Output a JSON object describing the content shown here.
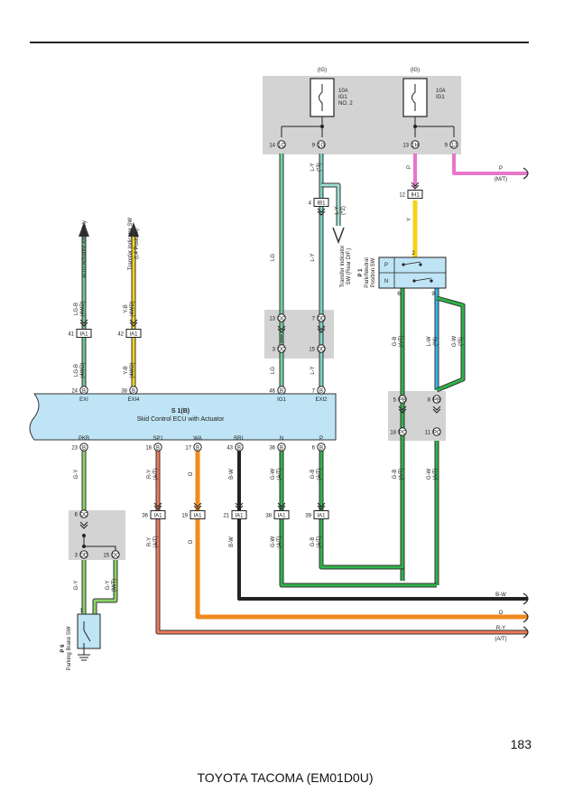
{
  "page": {
    "number": "183",
    "footer": "TOYOTA TACOMA (EM01D0U)"
  },
  "fuses": [
    {
      "ig": "(IG)",
      "l1": "10A",
      "l2": "IG1",
      "l3": "NO. 2"
    },
    {
      "ig": "(IG)",
      "l1": "10A",
      "l2": "IG1",
      "l3": ""
    }
  ],
  "ecu": {
    "code": "S 1(B)",
    "name": "Skid Control ECU with Actuator",
    "top_pins": [
      {
        "num": "24",
        "id": "B",
        "name": "EXI"
      },
      {
        "num": "38",
        "id": "B",
        "name": "EXI4"
      },
      {
        "num": "46",
        "id": "B",
        "name": "IG1"
      },
      {
        "num": "7",
        "id": "B",
        "name": "EXI2"
      }
    ],
    "bottom_pins": [
      {
        "num": "23",
        "id": "B",
        "name": "PKB"
      },
      {
        "num": "18",
        "id": "B",
        "name": "SP1"
      },
      {
        "num": "17",
        "id": "B",
        "name": "WA"
      },
      {
        "num": "43",
        "id": "B",
        "name": "BRL"
      },
      {
        "num": "36",
        "id": "B",
        "name": "N"
      },
      {
        "num": "6",
        "id": "B",
        "name": "P"
      }
    ]
  },
  "connectors": [
    {
      "num": "14",
      "id": "1C"
    },
    {
      "num": "9",
      "id": "1G"
    },
    {
      "num": "13",
      "id": "1H"
    },
    {
      "num": "9",
      "id": "1J"
    },
    {
      "num": "12",
      "id": "IH1"
    },
    {
      "num": "4",
      "id": "IB1"
    },
    {
      "num": "13",
      "id": "DC"
    },
    {
      "num": "7",
      "id": "DD"
    },
    {
      "num": "3",
      "id": "DC"
    },
    {
      "num": "15",
      "id": "DD"
    },
    {
      "num": "41",
      "id": "IA1"
    },
    {
      "num": "42",
      "id": "IA1"
    },
    {
      "num": "5",
      "id": "PB"
    },
    {
      "num": "8",
      "id": "PB"
    },
    {
      "num": "18",
      "id": "PC"
    },
    {
      "num": "11",
      "id": "PC"
    },
    {
      "num": "6",
      "id": "DC"
    },
    {
      "num": "3",
      "id": "DD"
    },
    {
      "num": "15",
      "id": "DC"
    },
    {
      "num": "36",
      "id": "IA1"
    },
    {
      "num": "19",
      "id": "IA1"
    },
    {
      "num": "21",
      "id": "IA1"
    },
    {
      "num": "38",
      "id": "IA1"
    },
    {
      "num": "39",
      "id": "IA1"
    }
  ],
  "components": {
    "add": "ADD Actuator Assembly",
    "transfer_l4": [
      "Transfer Indicator SW",
      "(L4 Position)"
    ],
    "transfer_rear": [
      "Transfer Indicator",
      "SW (Rear DIF.)"
    ],
    "park": {
      "code": "P 1",
      "l1": "Park/Neutral",
      "l2": "Position SW",
      "p": "P",
      "n": "N",
      "pin_top": "2",
      "pin_l": "6",
      "pin_r": "9"
    },
    "brake": {
      "code": "P 6",
      "name": "Parking Brake SW",
      "pin": "1"
    }
  },
  "wire_labels": {
    "lg": "LG",
    "lgb": "LG-B",
    "yb": "Y-B",
    "4wd": "(4WD)",
    "ly": "L-Y",
    "ly_m3": "(*3)",
    "ly_m2": "(*2)",
    "p": "P",
    "mt": "(M/T)",
    "y": "Y",
    "gb": "G-B",
    "at": "(A/T)",
    "lw": "L-W",
    "m4": "(*4)",
    "gw": "G-W",
    "m5": "(*5)",
    "gy": "G-Y",
    "ry": "R-Y",
    "o": "O",
    "bw": "B-W",
    "out_bw": "B-W",
    "out_o": "O",
    "out_ry": "R-Y",
    "out_at": "(A/T)"
  }
}
